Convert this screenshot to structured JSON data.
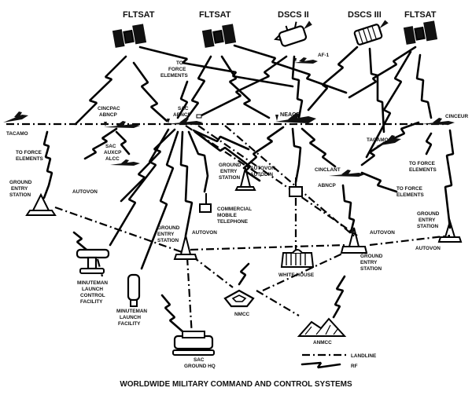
{
  "labels": {
    "sat_fltsat_1": "FLTSAT",
    "sat_fltsat_2": "FLTSAT",
    "sat_dscs_2": "DSCS II",
    "sat_dscs_3": "DSCS III",
    "sat_fltsat_3": "FLTSAT",
    "af1": "AF-1",
    "tacamo_left": "TACAMO",
    "cincpac_1": "CINCPAC",
    "cincpac_2": "ABNCP",
    "sac_abncp_1": "SAC",
    "sac_abncp_2": "ABNCP",
    "neacp": "NEACP",
    "cinceur": "CINCEUR",
    "tacamo_right": "TACAMO",
    "to_force_top_1": "TO",
    "to_force_top_2": "FORCE",
    "to_force_top_3": "ELEMENTS",
    "to_force_left_1": "TO FORCE",
    "to_force_left_2": "ELEMENTS",
    "sac_auxcp_1": "SAC",
    "sac_auxcp_2": "AUXCP",
    "sac_auxcp_3": "ALCC",
    "ges_left_1": "GROUND",
    "ges_left_2": "ENTRY",
    "ges_left_3": "STATION",
    "autovon_left": "AUTOVON",
    "ges_mid_1": "GROUND",
    "ges_mid_2": "ENTRY",
    "ges_mid_3": "STATION",
    "autovon_autodin_1": "AUTOVON",
    "autovon_autodin_2": "AUTODIN",
    "cinclant_1": "CINCLANT",
    "cinclant_2": "ABNCP",
    "to_force_r1_1": "TO FORCE",
    "to_force_r1_2": "ELEMENTS",
    "to_force_r2_1": "TO FORCE",
    "to_force_r2_2": "ELEMENTS",
    "commercial_1": "COMMERCIAL",
    "commercial_2": "MOBILE",
    "commercial_3": "TELEPHONE",
    "ges_center_1": "GROUND",
    "ges_center_2": "ENTRY",
    "ges_center_3": "STATION",
    "autovon_center": "AUTOVON",
    "white_house": "WHITE HOUSE",
    "autovon_right1": "AUTOVON",
    "ges_right_1": "GROUND",
    "ges_right_2": "ENTRY",
    "ges_right_3": "STATION",
    "ges_far_1": "GROUND",
    "ges_far_2": "ENTRY",
    "ges_far_3": "STATION",
    "autovon_far": "AUTOVON",
    "mlcf_1": "MINUTEMAN",
    "mlcf_2": "LAUNCH",
    "mlcf_3": "CONTROL",
    "mlcf_4": "FACILITY",
    "mlf_1": "MINUTEMAN",
    "mlf_2": "LAUNCH",
    "mlf_3": "FACILITY",
    "nmcc": "NMCC",
    "anmcc": "ANMCC",
    "sac_hq_1": "SAC",
    "sac_hq_2": "GROUND HQ",
    "legend_landline": "LANDLINE",
    "legend_rf": "RF",
    "title": "WORLDWIDE MILITARY COMMAND AND CONTROL SYSTEMS"
  },
  "icons": [
    "satellite-icon",
    "aircraft-icon",
    "antenna-icon",
    "building-icon",
    "pentagon-icon",
    "white-house-icon",
    "mountain-icon"
  ],
  "colors": {
    "ink": "#111111",
    "background": "#ffffff"
  }
}
